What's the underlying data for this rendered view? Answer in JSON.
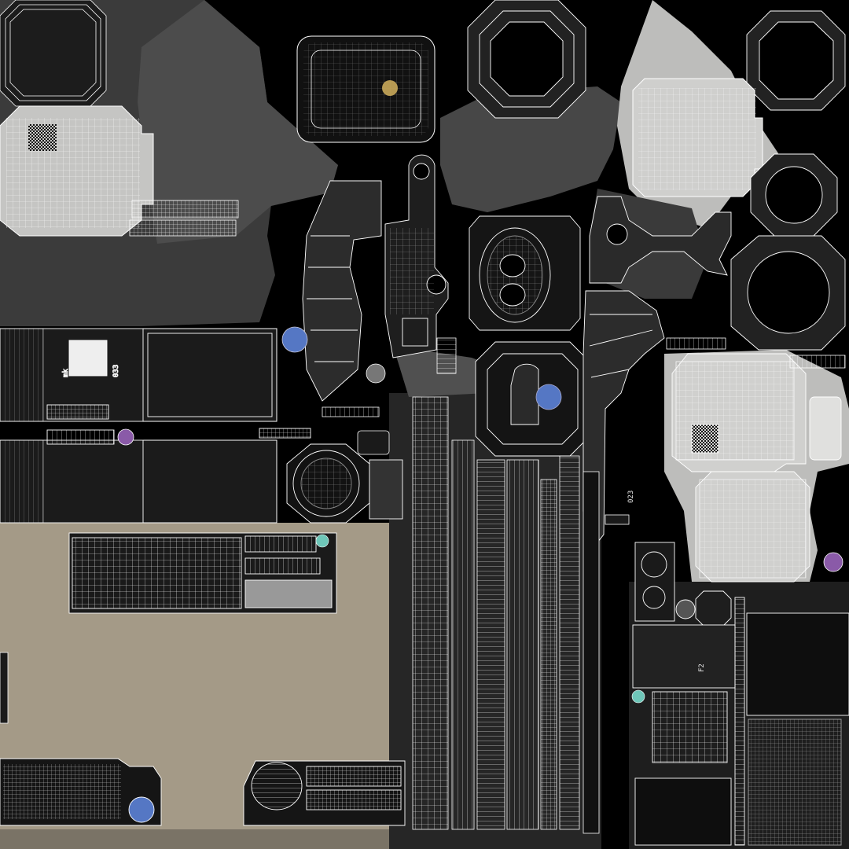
{
  "view": {
    "background": "#000000",
    "wire_color": "#ffffff",
    "palette": {
      "dark_island": "#3a3a3a",
      "mid_island": "#4a4a4a",
      "light_island": "#c9c9c7",
      "tan_island": "#a39986",
      "deep": "#1c1c1c",
      "blue_gem": "#5577c4",
      "purple_gem": "#8a5aa8",
      "teal_gem": "#6ec6b8",
      "amber_dot": "#c9a95a"
    }
  },
  "labels": {
    "mk_left": "mk",
    "num_left": "033",
    "num_right": "023",
    "code_right": "F2"
  },
  "icons": {
    "qr": "qr-code-icon",
    "gem": "gem-icon",
    "barcode": "barcode-icon"
  }
}
